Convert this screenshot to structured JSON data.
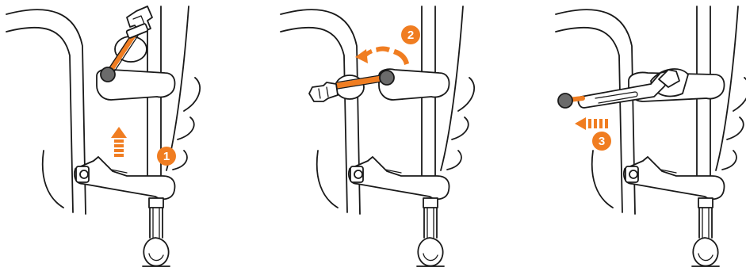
{
  "colors": {
    "accent": "#f07d21",
    "line": "#1a1a1a",
    "knob": "#6b6b6b",
    "background": "#ffffff"
  },
  "steps": [
    {
      "number": "1",
      "arrow": "up-arrow"
    },
    {
      "number": "2",
      "arrow": "curved-rotate-arrow"
    },
    {
      "number": "3",
      "arrow": "left-arrow"
    }
  ]
}
